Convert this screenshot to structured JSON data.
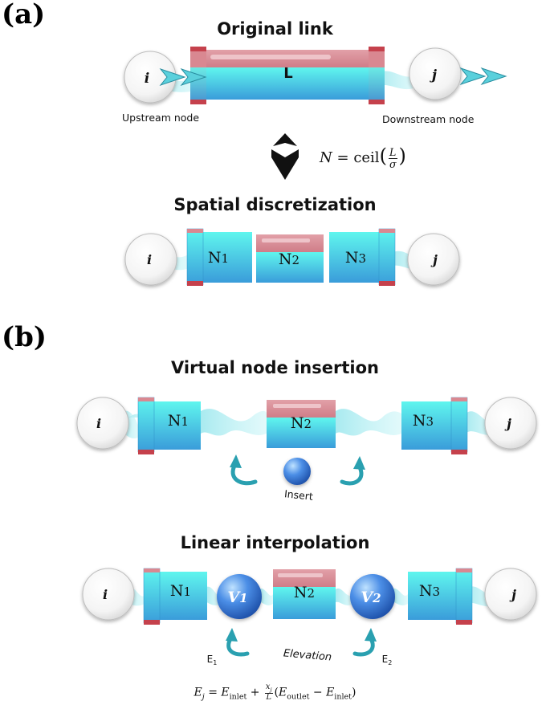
{
  "panel_a": {
    "label": "(a)",
    "title": "Original link",
    "link_label": "L",
    "upstream_node": "i",
    "downstream_node": "j",
    "upstream_caption": "Upstream node",
    "downstream_caption": "Downstream node",
    "formula": {
      "lhs": "N",
      "equals": "=",
      "func": "ceil",
      "num": "L",
      "den": "σ"
    },
    "discretization_title": "Spatial discretization",
    "segments": [
      {
        "main": "N",
        "sub": "1"
      },
      {
        "main": "N",
        "sub": "2"
      },
      {
        "main": "N",
        "sub": "3"
      }
    ]
  },
  "panel_b": {
    "label": "(b)",
    "insertion_title": "Virtual node insertion",
    "insert_caption": "Insert",
    "interpolation_title": "Linear interpolation",
    "virtual_nodes": [
      {
        "main": "V",
        "sub": "1"
      },
      {
        "main": "V",
        "sub": "2"
      }
    ],
    "elevation_caption": "Elevation",
    "e1": {
      "main": "E",
      "sub": "1"
    },
    "e2": {
      "main": "E",
      "sub": "2"
    },
    "formula": {
      "lhs": "E",
      "lhs_sub": "j",
      "equals": "=",
      "t1": "E",
      "t1_sub": "inlet",
      "plus": "+",
      "num": "x",
      "num_sub": "j",
      "den": "L",
      "t2": "E",
      "t2_sub": "outlet",
      "minus": "−",
      "t3": "E",
      "t3_sub": "inlet"
    }
  },
  "colors": {
    "water_top": "#4ff0e6",
    "water_bottom": "#3aa0dc",
    "pipe_red": "#d98891",
    "flange_red": "#cc4a55",
    "sphere_blue": "#2f6fd0",
    "arrow_teal": "#2aa0b0"
  }
}
